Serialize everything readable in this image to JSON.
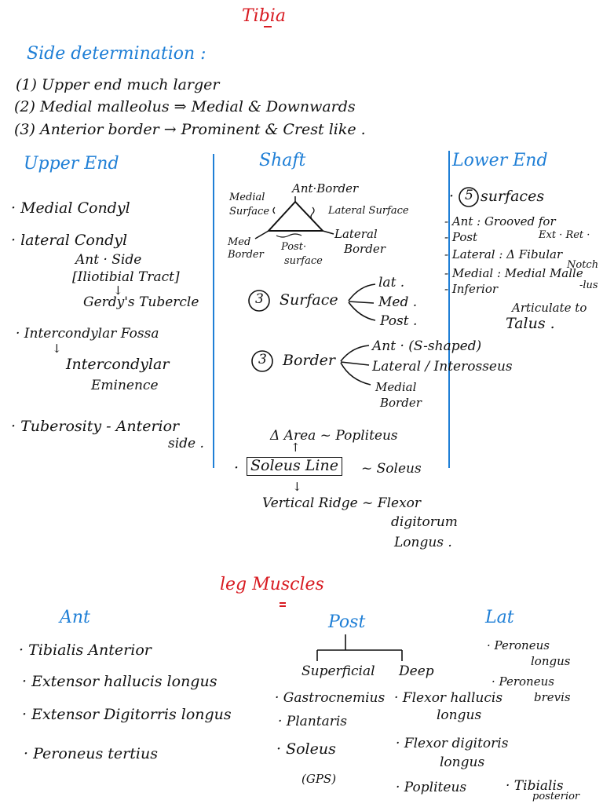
{
  "title": "Tibia",
  "side": {
    "heading": "Side determination :",
    "p1": "(1) Upper end much larger",
    "p2": "(2) Medial malleolus ⇒ Medial & Downwards",
    "p3": "(3) Anterior border → Prominent & Crest like ."
  },
  "upper": {
    "heading": "Upper End",
    "medial_condyl": "· Medial Condyl",
    "lateral_condyl": "· lateral Condyl",
    "ant_side": "Ant · Side",
    "iliotibial": "[Iliotibial Tract]",
    "arrow1": "↓",
    "gerdy": "Gerdy's Tubercle",
    "intercondylar_fossa": "· Intercondylar Fossa",
    "arrow2": "↓",
    "intercondylar": "Intercondylar",
    "eminence": "Eminence",
    "tuberosity": "· Tuberosity - Anterior",
    "side_word": "side ."
  },
  "shaft": {
    "heading": "Shaft",
    "medial_surface_1": "Medial",
    "medial_surface_2": "Surface",
    "ant_border": "Ant·Border",
    "lateral_surface": "Lateral Surface",
    "med_border_1": "Med",
    "med_border_2": "Border",
    "post_surface_1": "Post·",
    "post_surface_2": "surface",
    "lateral_border_1": "Lateral",
    "lateral_border_2": "Border",
    "three_a": "3",
    "surface": "Surface",
    "lat": "lat .",
    "med": "Med .",
    "post": "Post .",
    "three_b": "3",
    "border": "Border",
    "ant_s": "Ant · (S-shaped)",
    "lateral_inter": "Lateral / Interosseus",
    "medial": "Medial",
    "medial_border": "Border",
    "area": "Δ Area ~ Popliteus",
    "arrow_up": "↑",
    "soleus_dot": "·",
    "soleus_line": "Soleus Line",
    "soleus": "~ Soleus",
    "arrow_down": "↓",
    "vertical": "Vertical Ridge ~ Flexor",
    "digitorum": "digitorum",
    "longus": "Longus ."
  },
  "lower": {
    "heading": "Lower End",
    "surfaces_dot": "·",
    "five": "5",
    "surfaces": "surfaces",
    "ant": "- Ant : Grooved for",
    "ext_ret": "Ext · Ret ·",
    "post": "- Post",
    "lateral": "- Lateral : Δ Fibular",
    "notch": "Notch",
    "medial": "- Medial : Medial Malle",
    "olus": "-lus",
    "inferior": "- Inferior",
    "articulate": "Articulate to",
    "talus": "Talus ."
  },
  "muscles": {
    "title": "leg Muscles",
    "ant": {
      "heading": "Ant",
      "items": [
        "· Tibialis Anterior",
        "· Extensor hallucis longus",
        "· Extensor Digitorris longus",
        "· Peroneus tertius"
      ]
    },
    "post": {
      "heading": "Post",
      "superficial": "Superficial",
      "deep": "Deep",
      "sup_items": [
        "· Gastrocnemius",
        "· Plantaris",
        "· Soleus",
        "(GPS)"
      ],
      "deep_1": "· Flexor hallucis",
      "deep_1b": "longus",
      "deep_2": "· Flexor digitoris",
      "deep_2b": "longus",
      "deep_3": "· Popliteus",
      "deep_4": "· Tibialis",
      "deep_4b": "posterior"
    },
    "lat": {
      "heading": "Lat",
      "item1": "· Peroneus",
      "item1b": "longus",
      "item2": "· Peroneus",
      "item2b": "brevis"
    }
  }
}
